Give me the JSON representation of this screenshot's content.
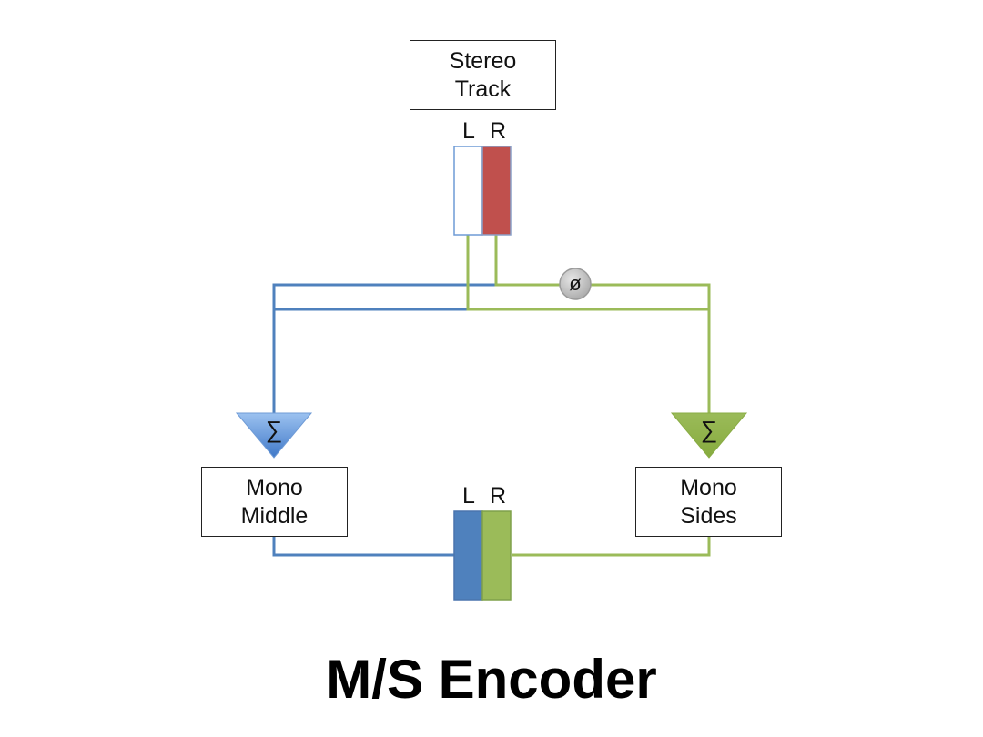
{
  "title": "M/S Encoder",
  "boxes": {
    "stereo_track": "Stereo\nTrack",
    "mono_middle": "Mono\nMiddle",
    "mono_sides": "Mono\nSides"
  },
  "channels": {
    "top": {
      "left": "L",
      "right": "R"
    },
    "bottom": {
      "left": "L",
      "right": "R"
    }
  },
  "symbols": {
    "phase_invert": "ø",
    "sum_left": "∑",
    "sum_right": "∑"
  },
  "colors": {
    "blue": "#4f81bd",
    "green": "#9bbb59",
    "red": "#c0504d",
    "phase_circle": "#bfbfbf"
  }
}
